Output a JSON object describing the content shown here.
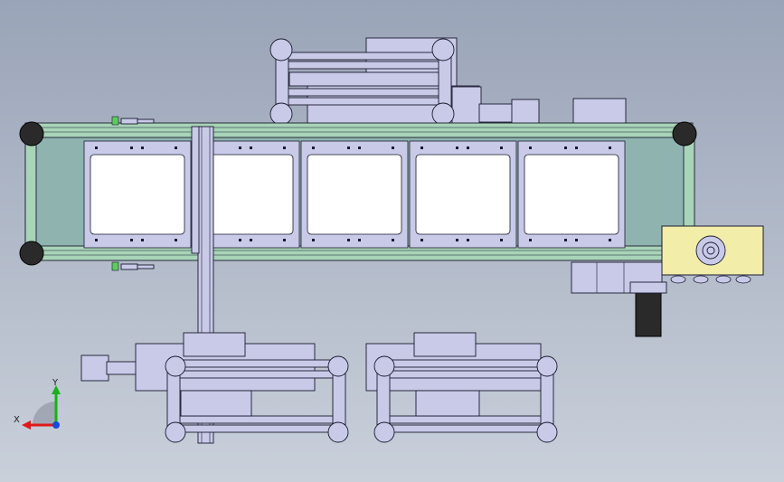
{
  "view": {
    "background_top": "#9aa4b8",
    "background_bottom": "#c9d0da",
    "part_fill": "#c8cae8",
    "part_stroke": "#1a1a2e",
    "frame_green": "#a8d4b8",
    "conveyor_teal": "#8fb4b0",
    "tray_white": "#ffffff",
    "motor_yellow": "#f2eeaa",
    "motor_dark": "#2a2a2a",
    "roller_dark": "#2a2a2a",
    "sensor_green": "#5ccc5c",
    "axis_x_color": "#e01818",
    "axis_y_color": "#18b018",
    "axis_z_color": "#1848e0"
  },
  "axis_triad": {
    "x_label": "X",
    "y_label": "Y"
  },
  "conveyor": {
    "tray_count": 5
  }
}
